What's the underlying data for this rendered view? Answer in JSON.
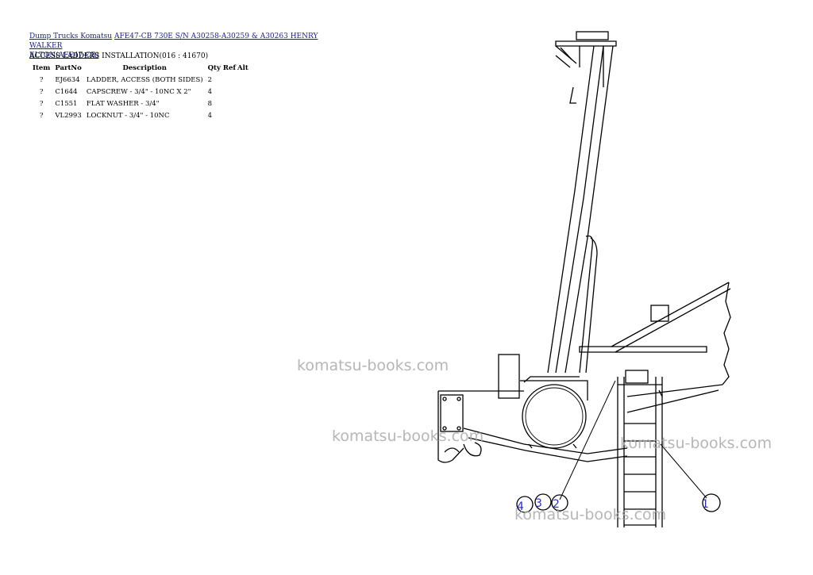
{
  "breadcrumb": {
    "category": "Dump Trucks Komatsu",
    "model_line1": "AFE47-CB 730E S/N A30258-A30259 & A30263 HENRY WALKER",
    "model_line2": "ELTON(AFE47-CB)"
  },
  "section_title": "ACCESS LADDERS INSTALLATION(016 : 41670)",
  "table": {
    "headers": [
      "Item",
      "PartNo",
      "Description",
      "Qty",
      "Ref",
      "Alt"
    ],
    "rows": [
      {
        "item": "?",
        "part": "EJ6634",
        "desc": "LADDER, ACCESS (BOTH SIDES)",
        "qty": "2"
      },
      {
        "item": "?",
        "part": "C1644",
        "desc": "CAPSCREW - 3/4\" - 10NC X 2\"",
        "qty": "4"
      },
      {
        "item": "?",
        "part": "C1551",
        "desc": "FLAT WASHER - 3/4\"",
        "qty": "8"
      },
      {
        "item": "?",
        "part": "VL2993",
        "desc": "LOCKNUT - 3/4\" - 10NC",
        "qty": "4"
      }
    ]
  },
  "watermark": "komatsu-books.com",
  "callouts": [
    "4",
    "3",
    "2",
    "1"
  ]
}
